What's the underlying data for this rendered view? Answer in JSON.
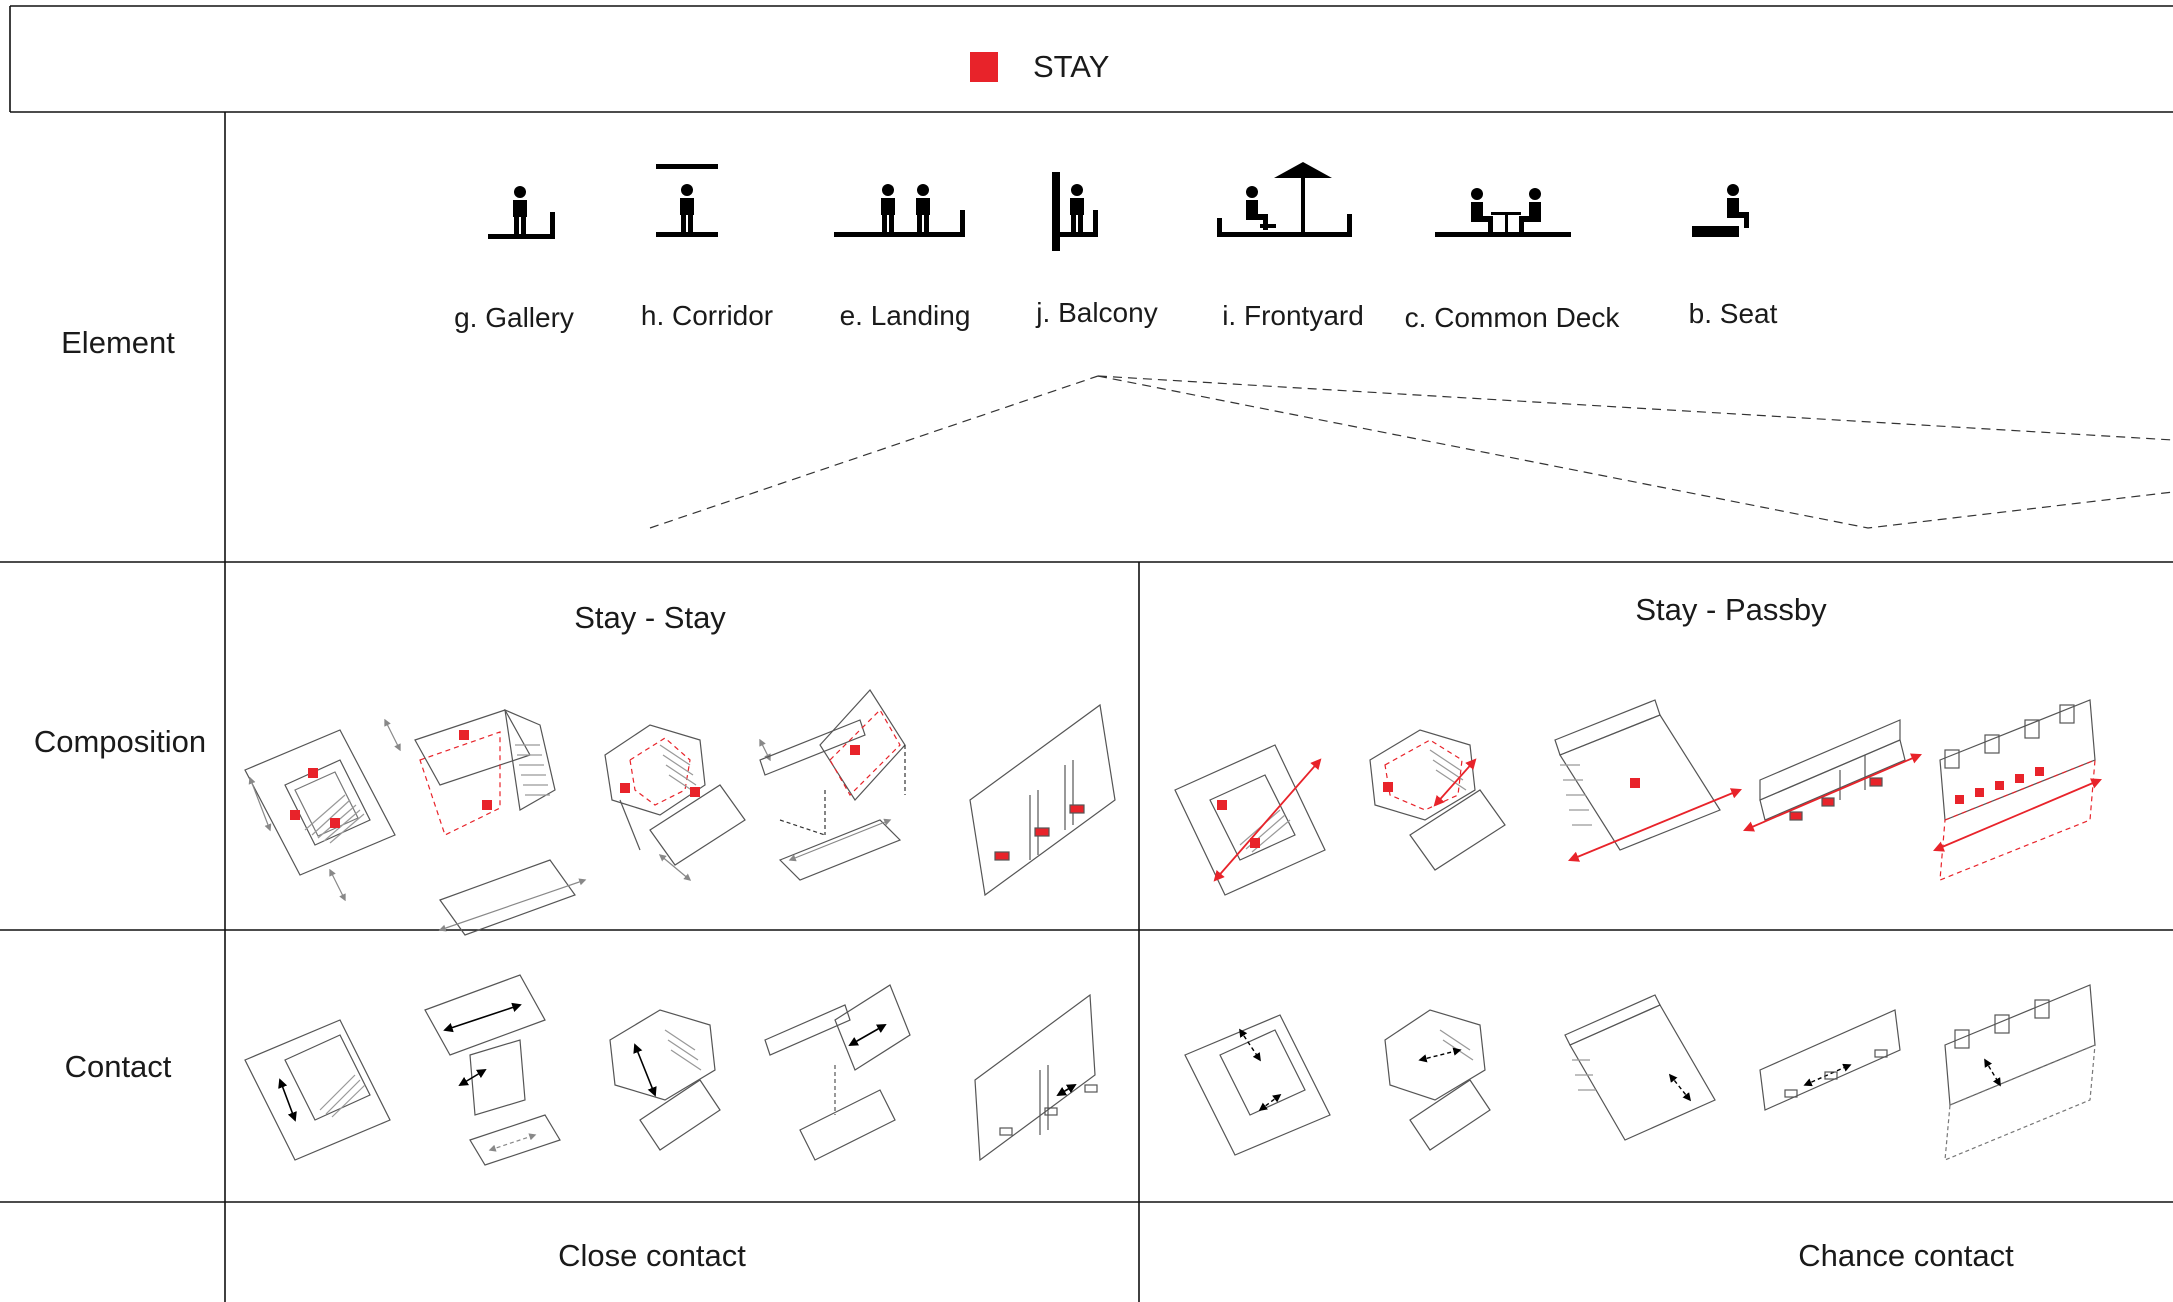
{
  "legend": {
    "label": "STAY",
    "color": "#e8232a"
  },
  "rows": {
    "element": "Element",
    "composition": "Composition",
    "contact": "Contact"
  },
  "elements": [
    {
      "label": "g. Gallery",
      "icon": "gallery-icon"
    },
    {
      "label": "h. Corridor",
      "icon": "corridor-icon"
    },
    {
      "label": "e. Landing",
      "icon": "landing-icon"
    },
    {
      "label": "j. Balcony",
      "icon": "balcony-icon"
    },
    {
      "label": "i. Frontyard",
      "icon": "frontyard-icon"
    },
    {
      "label": "c. Common Deck",
      "icon": "common-deck-icon"
    },
    {
      "label": "b. Seat",
      "icon": "seat-icon"
    }
  ],
  "sections": {
    "left_title": "Stay - Stay",
    "right_title": "Stay - Passby",
    "left_footer": "Close contact",
    "right_footer": "Chance contact"
  },
  "colors": {
    "line": "#3a3a3a",
    "grid": "#111111",
    "thin": "#8c8c8c",
    "accent": "#e8232a"
  }
}
